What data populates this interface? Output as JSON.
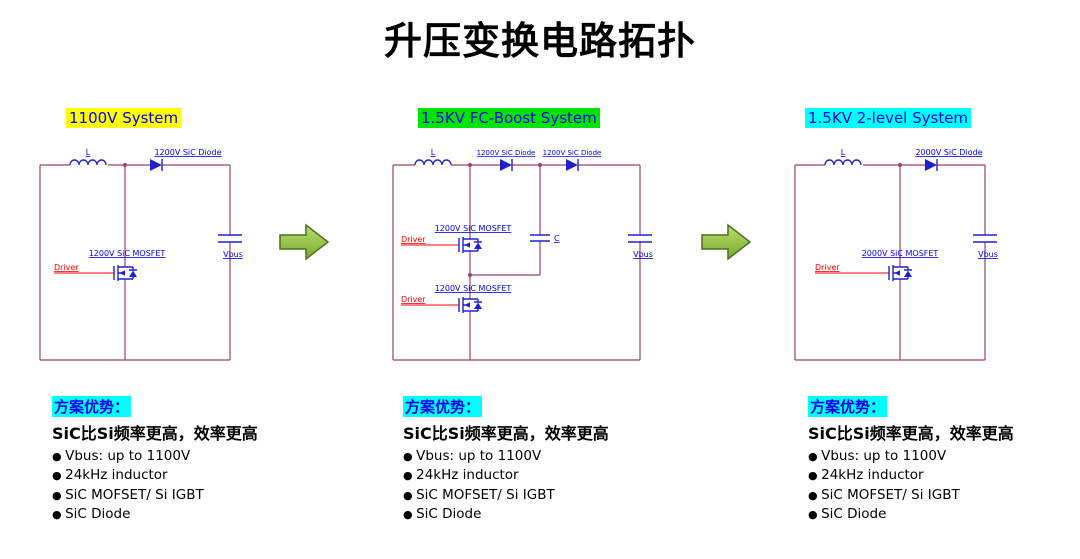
{
  "title": "升压变换电路拓扑",
  "colors": {
    "wire": "#a0406a",
    "component_blue": "#2020d0",
    "label_blue": "#0000ee",
    "driver_red": "#ff0000",
    "arrow_fill": "#8cc63e",
    "arrow_border": "#4c7220",
    "yellow_highlight": "#ffff00",
    "green_highlight": "#00e400",
    "cyan_highlight": "#00ffff"
  },
  "columns": [
    {
      "header": {
        "label": "1100V System",
        "highlight": "#ffff00"
      },
      "circuit": {
        "inductor": "L",
        "diode": "1200V SiC Diode",
        "mosfet": "1200V SiC MOSFET",
        "driver": "Driver",
        "vbus": "Vbus"
      },
      "advantages": {
        "heading": "方案优势：",
        "highlight": "#00ffff",
        "subheading": "SiC比Si频率更高，效率更高",
        "bullets": [
          "Vbus: up to 1100V",
          "24kHz inductor",
          "SiC MOFSET/ Si IGBT",
          "SiC Diode"
        ]
      }
    },
    {
      "header": {
        "label": "1.5KV FC-Boost System",
        "highlight": "#00e400"
      },
      "circuit": {
        "inductor": "L",
        "diode1": "1200V SiC Diode",
        "diode2": "1200V SiC Diode",
        "mosfet1": "1200V SiC MOSFET",
        "mosfet2": "1200V SiC MOSFET",
        "driver1": "Driver",
        "driver2": "Driver",
        "cap": "C",
        "vbus": "Vbus"
      },
      "advantages": {
        "heading": "方案优势：",
        "highlight": "#00ffff",
        "subheading": "SiC比Si频率更高，效率更高",
        "bullets": [
          "Vbus: up to 1100V",
          "24kHz inductor",
          "SiC MOFSET/ Si IGBT",
          "SiC Diode"
        ]
      }
    },
    {
      "header": {
        "label": "1.5KV 2-level System",
        "highlight": "#00ffff"
      },
      "circuit": {
        "inductor": "L",
        "diode": "2000V SiC Diode",
        "mosfet": "2000V SiC MOSFET",
        "driver": "Driver",
        "vbus": "Vbus"
      },
      "advantages": {
        "heading": "方案优势：",
        "highlight": "#00ffff",
        "subheading": "SiC比Si频率更高，效率更高",
        "bullets": [
          "Vbus: up to 1100V",
          "24kHz inductor",
          "SiC MOFSET/ Si IGBT",
          "SiC Diode"
        ]
      }
    }
  ]
}
